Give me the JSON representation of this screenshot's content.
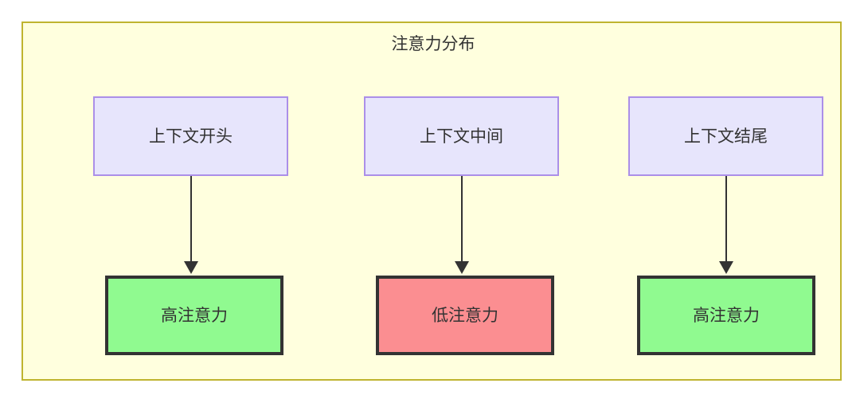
{
  "diagram": {
    "title": "注意力分布",
    "colors": {
      "container_fill": "#ffffde",
      "container_border": "#bfb430",
      "context_fill": "#e7e5fc",
      "context_border": "#ab8fe8",
      "high_attention_fill": "#90fa90",
      "low_attention_fill": "#fb8e91",
      "node_border_dark": "#333333",
      "edge": "#333333",
      "text": "#333333"
    },
    "context_nodes": [
      {
        "id": "context-start",
        "label": "上下文开头"
      },
      {
        "id": "context-middle",
        "label": "上下文中间"
      },
      {
        "id": "context-end",
        "label": "上下文结尾"
      }
    ],
    "attention_nodes": [
      {
        "id": "attention-high-start",
        "label": "高注意力",
        "level": "high"
      },
      {
        "id": "attention-low-middle",
        "label": "低注意力",
        "level": "low"
      },
      {
        "id": "attention-high-end",
        "label": "高注意力",
        "level": "high"
      }
    ],
    "edges": [
      {
        "from": "上下文开头",
        "to": "高注意力"
      },
      {
        "from": "上下文中间",
        "to": "低注意力"
      },
      {
        "from": "上下文结尾",
        "to": "高注意力"
      }
    ]
  }
}
